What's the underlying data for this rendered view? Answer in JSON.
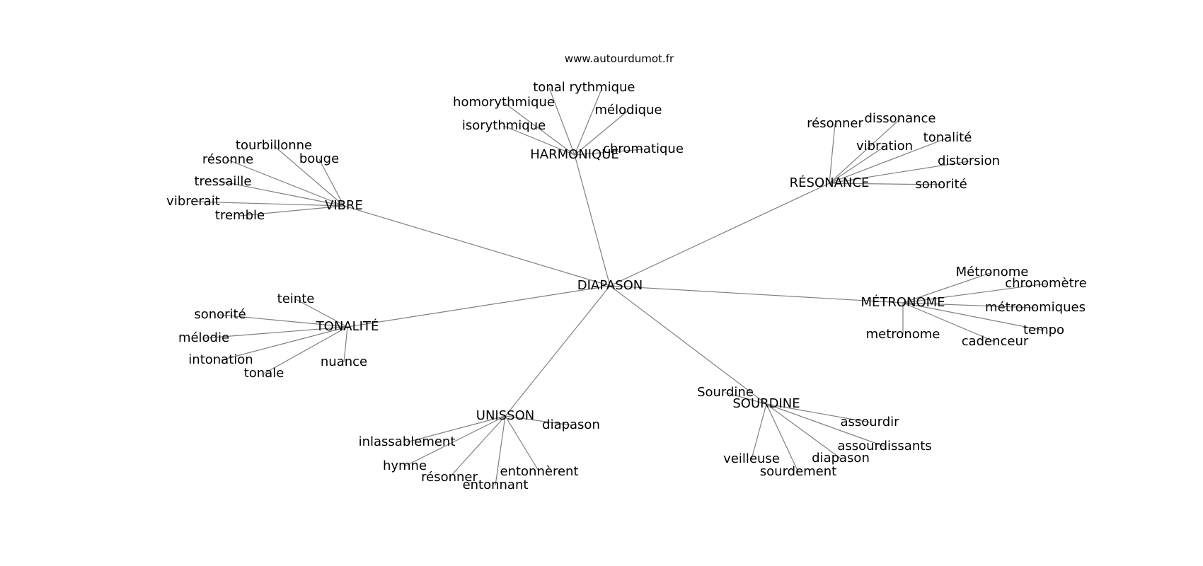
{
  "watermark": "www.autourdumot.fr",
  "graph": {
    "center": "DIAPASON",
    "groups": [
      {
        "hub": "HARMONIQUE",
        "leaves": [
          "tonal",
          "rythmique",
          "homorythmique",
          "mélodique",
          "isorythmique",
          "chromatique"
        ]
      },
      {
        "hub": "RÉSONANCE",
        "leaves": [
          "résonner",
          "dissonance",
          "vibration",
          "tonalité",
          "distorsion",
          "sonorité"
        ]
      },
      {
        "hub": "VIBRE",
        "leaves": [
          "tourbillonne",
          "bouge",
          "résonne",
          "tressaille",
          "vibrerait",
          "tremble"
        ]
      },
      {
        "hub": "MÉTRONOME",
        "leaves": [
          "Métronome",
          "chronomètre",
          "métronomiques",
          "tempo",
          "cadenceur",
          "metronome"
        ]
      },
      {
        "hub": "TONALITÉ",
        "leaves": [
          "teinte",
          "sonorité",
          "mélodie",
          "intonation",
          "tonale",
          "nuance"
        ]
      },
      {
        "hub": "UNISSON",
        "leaves": [
          "diapason",
          "inlassablement",
          "hymne",
          "résonner",
          "entonnant",
          "entonnèrent"
        ]
      },
      {
        "hub": "SOURDINE",
        "leaves": [
          "Sourdine",
          "assourdir",
          "assourdissants",
          "diapason",
          "sourdement",
          "veilleuse"
        ]
      }
    ]
  }
}
